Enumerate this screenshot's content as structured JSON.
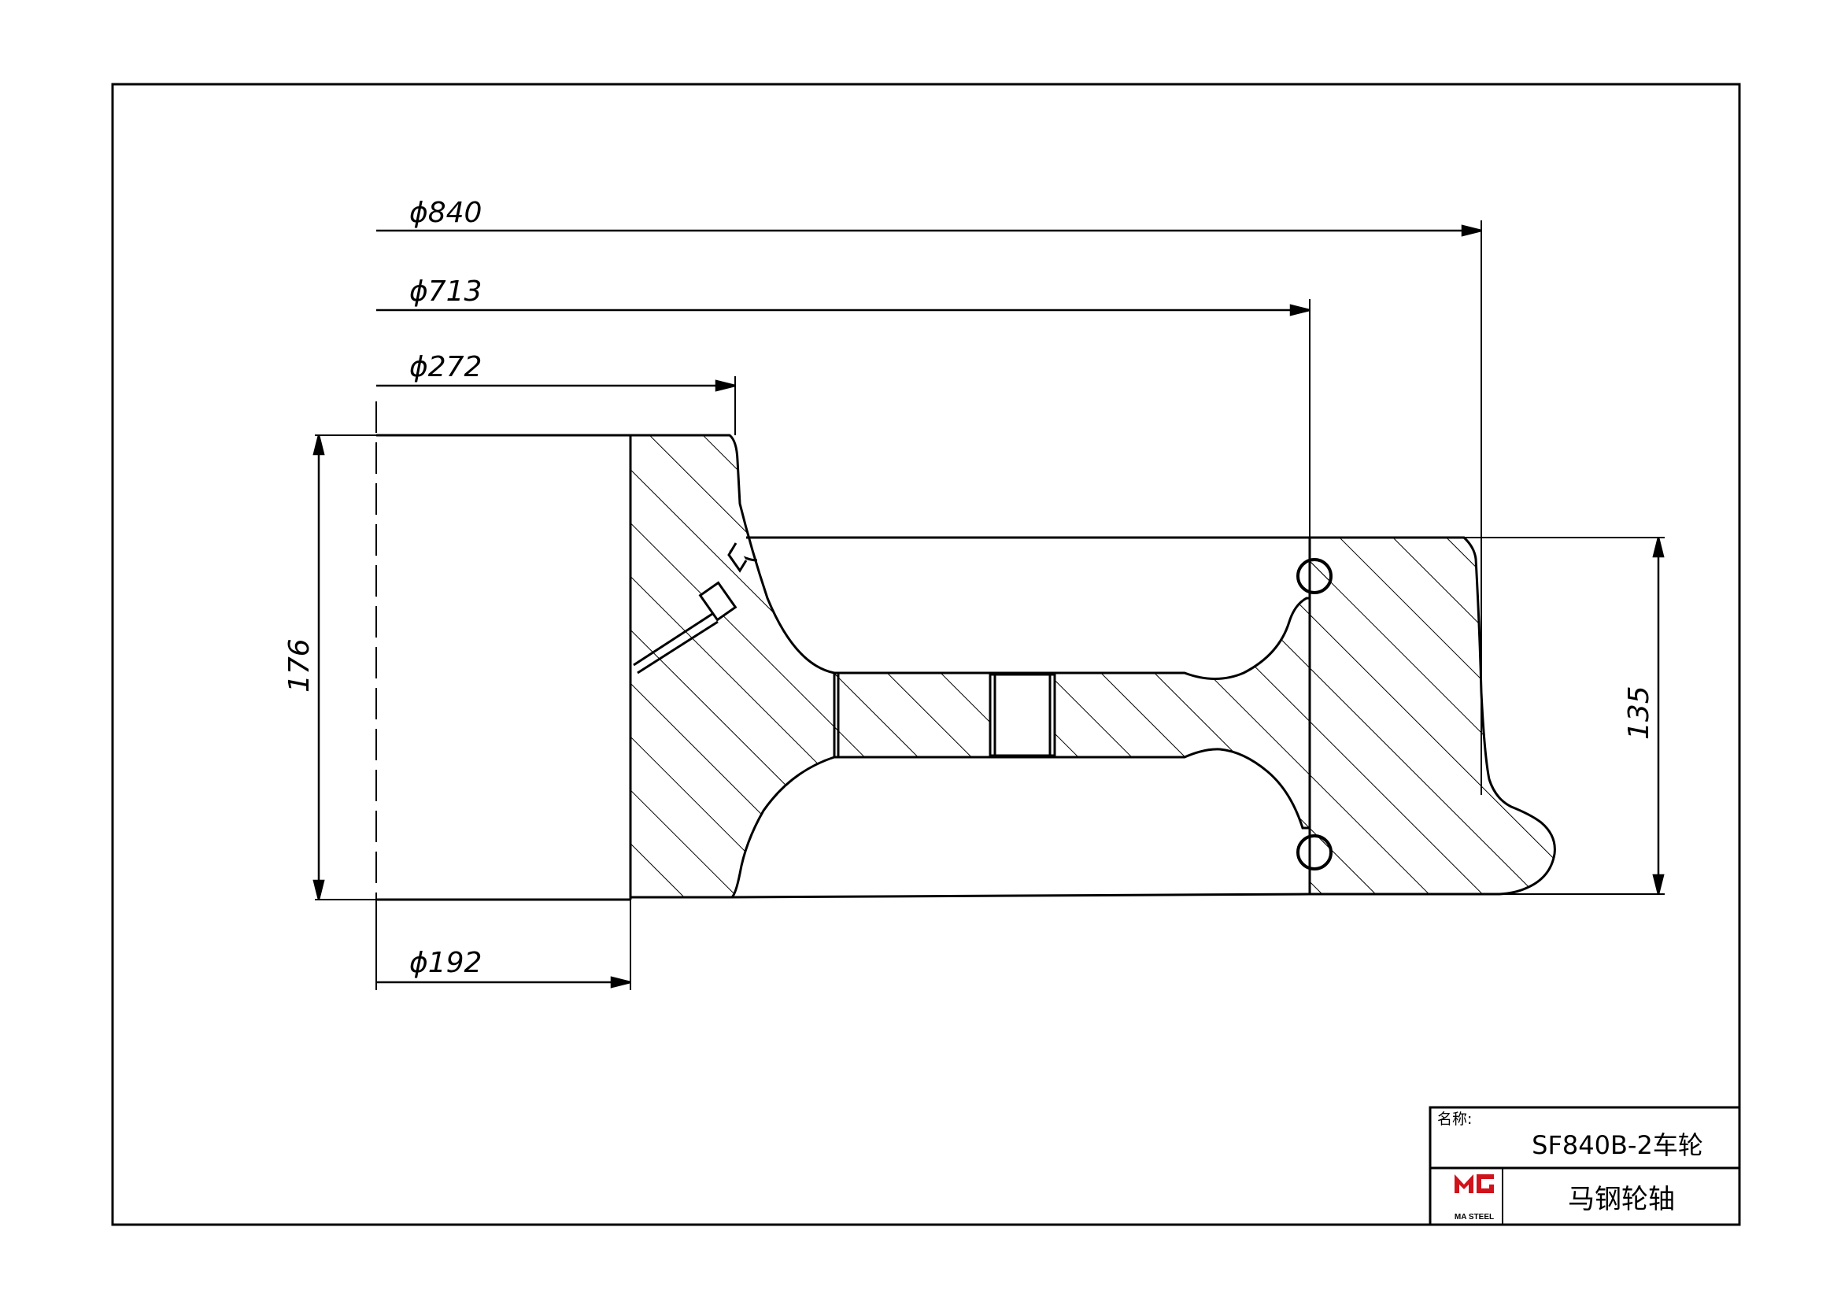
{
  "dimensions": {
    "d840": "ϕ840",
    "d713": "ϕ713",
    "d272": "ϕ272",
    "d192": "ϕ192",
    "h176": "176",
    "h135": "135"
  },
  "title_block": {
    "name_label": "名称:",
    "part_name": "SF840B-2车轮",
    "company": "马钢轮轴",
    "logo_caption": "MA STEEL",
    "logo_color": "#d0121b"
  }
}
